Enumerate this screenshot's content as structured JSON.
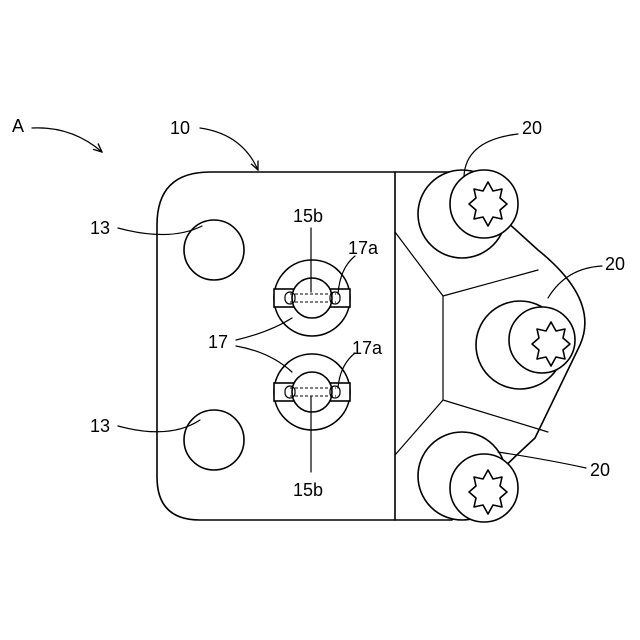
{
  "labels": {
    "assembly": "A",
    "plate": "10",
    "hole_upper": "13",
    "hole_lower": "13",
    "pin_upper": "15b",
    "pin_lower": "15b",
    "insert_upper_slot": "17a",
    "insert_lower_slot": "17a",
    "inserts": "17",
    "screw_top": "20",
    "screw_middle": "20",
    "screw_bottom": "20"
  }
}
